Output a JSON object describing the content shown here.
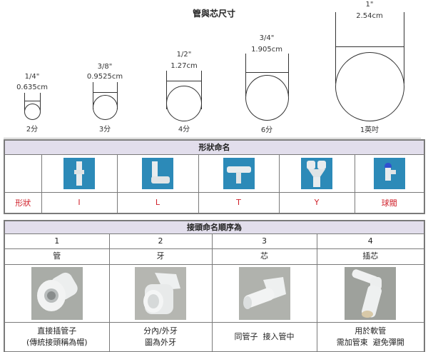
{
  "sizes_section": {
    "title": "管與芯尺寸",
    "items": [
      {
        "inch": "1/4\"",
        "cm": "0.635cm",
        "name": "2分"
      },
      {
        "inch": "3/8\"",
        "cm": "0.9525cm",
        "name": "3分"
      },
      {
        "inch": "1/2\"",
        "cm": "1.27cm",
        "name": "4分"
      },
      {
        "inch": "3/4\"",
        "cm": "1.905cm",
        "name": "6分"
      },
      {
        "inch": "1\"",
        "cm": "2.54cm",
        "name": "1英吋"
      }
    ]
  },
  "shape_table": {
    "header": "形狀命名",
    "row_label": "形狀",
    "shapes": [
      {
        "label": "I",
        "icon": "straight-fitting-photo"
      },
      {
        "label": "L",
        "icon": "elbow-fitting-photo"
      },
      {
        "label": "T",
        "icon": "tee-fitting-photo"
      },
      {
        "label": "Y",
        "icon": "wye-fitting-photo"
      },
      {
        "label": "球閥",
        "icon": "ball-valve-photo"
      }
    ],
    "colors": {
      "header_bg": "#e2deec",
      "label_red": "#d0202a",
      "photo_bg": "#2c8ab8"
    }
  },
  "order_table": {
    "header": "接頭命名順序為",
    "columns": [
      {
        "number": "1",
        "name": "管",
        "photo": "push-fit-connector-photo",
        "desc_line1": "直接插管子",
        "desc_line2": "(傳統接頭稱為帽)"
      },
      {
        "number": "2",
        "name": "牙",
        "photo": "threaded-connector-photo",
        "desc_line1": "分內/外牙",
        "desc_line2": "圖為外牙"
      },
      {
        "number": "3",
        "name": "芯",
        "photo": "stem-connector-photo",
        "desc_line1": "同管子  接入管中",
        "desc_line2": ""
      },
      {
        "number": "4",
        "name": "插芯",
        "photo": "barbed-elbow-photo",
        "desc_line1": "用於軟管",
        "desc_line2": "需加管束  避免彈開"
      }
    ]
  }
}
